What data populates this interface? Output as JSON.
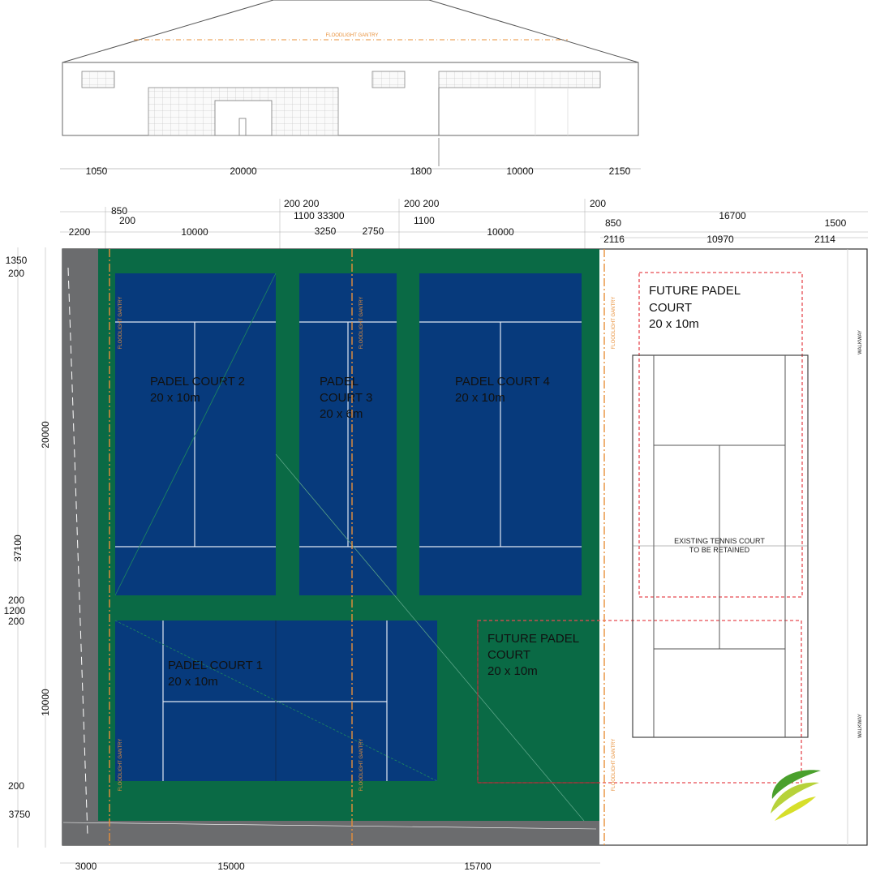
{
  "elevation": {
    "gantry_label": "FLOODLIGHT GANTRY",
    "dims": [
      "1050",
      "20000",
      "1800",
      "10000",
      "2150"
    ]
  },
  "top_dims": {
    "row1": [
      "850",
      "200 200",
      "200 200",
      "200"
    ],
    "row2": [
      "200",
      "1100 33300",
      "1100",
      "16700"
    ],
    "row3": [
      "2200",
      "10000",
      "3250",
      "2750",
      "10000",
      "850",
      "1500"
    ],
    "row4": [
      "2116",
      "10970",
      "2114"
    ]
  },
  "left_dims": [
    "1350",
    "200",
    "20000",
    "37100",
    "200",
    "1200",
    "200",
    "10000",
    "200",
    "3750"
  ],
  "bottom_dims": [
    "3000",
    "15000",
    "15700"
  ],
  "courts": {
    "court2": {
      "name": "PADEL COURT 2",
      "size": "20 x 10m"
    },
    "court3": {
      "name_line1": "PADEL",
      "name_line2": "COURT 3",
      "size": "20 x 6m"
    },
    "court4": {
      "name": "PADEL COURT 4",
      "size": "20 x 10m"
    },
    "court1": {
      "name": "PADEL COURT 1",
      "size": "20 x 10m"
    },
    "future_a": {
      "line1": "FUTURE PADEL",
      "line2": "COURT",
      "size": "20 x 10m"
    },
    "future_b": {
      "line1": "FUTURE PADEL",
      "line2": "COURT",
      "size": "20 x 10m"
    }
  },
  "tennis": {
    "line1": "EXISTING TENNIS COURT",
    "line2": "TO BE RETAINED"
  },
  "gantry_label": "FLOODLIGHT GANTRY",
  "walkway_label": "WALKWAY",
  "colors": {
    "surround": "#0a6a45",
    "court": "#073a7c",
    "tarmac": "#6b6c6e",
    "gantry": "#e8903a",
    "future": "#e64a52"
  }
}
